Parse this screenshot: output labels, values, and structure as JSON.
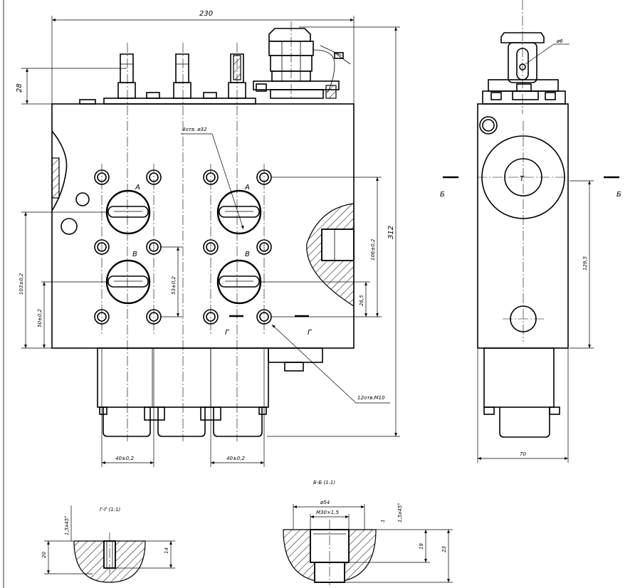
{
  "dimensions": {
    "overall_width": "230",
    "top_height": "28",
    "overall_height": "312",
    "left_dim_103": "103±0,2",
    "left_dim_50": "50±0,2",
    "dim_53": "53±0,2",
    "dim_106": "106±0,2",
    "dim_26_5": "26,5",
    "bottom_left_40": "40±0,2",
    "bottom_mid_40": "40±0,2",
    "side_width": "70",
    "side_height": "129,5",
    "side_hole": "ø6"
  },
  "labels": {
    "holes_32": "4отв. ø32",
    "holes_m10": "12отв.M10",
    "port_a_1": "A",
    "port_a_2": "A",
    "port_b_1": "B",
    "port_b_2": "B",
    "section_g_1": "Г",
    "section_g_2": "Г",
    "section_b_1": "Б",
    "section_b_2": "Б",
    "port_t": "T"
  },
  "sections": {
    "g_title": "Г-Г (1:1)",
    "g_dim_chamfer": "1,5x45°",
    "g_dim_20": "20",
    "g_dim_14": "14",
    "b_title": "Б-Б (1:1)",
    "b_dim_54": "ø54",
    "b_dim_m30": "M30×1,5",
    "b_dim_1": "1",
    "b_dim_chamfer": "1,5x45°",
    "b_dim_18": "18",
    "b_dim_23": "23"
  }
}
